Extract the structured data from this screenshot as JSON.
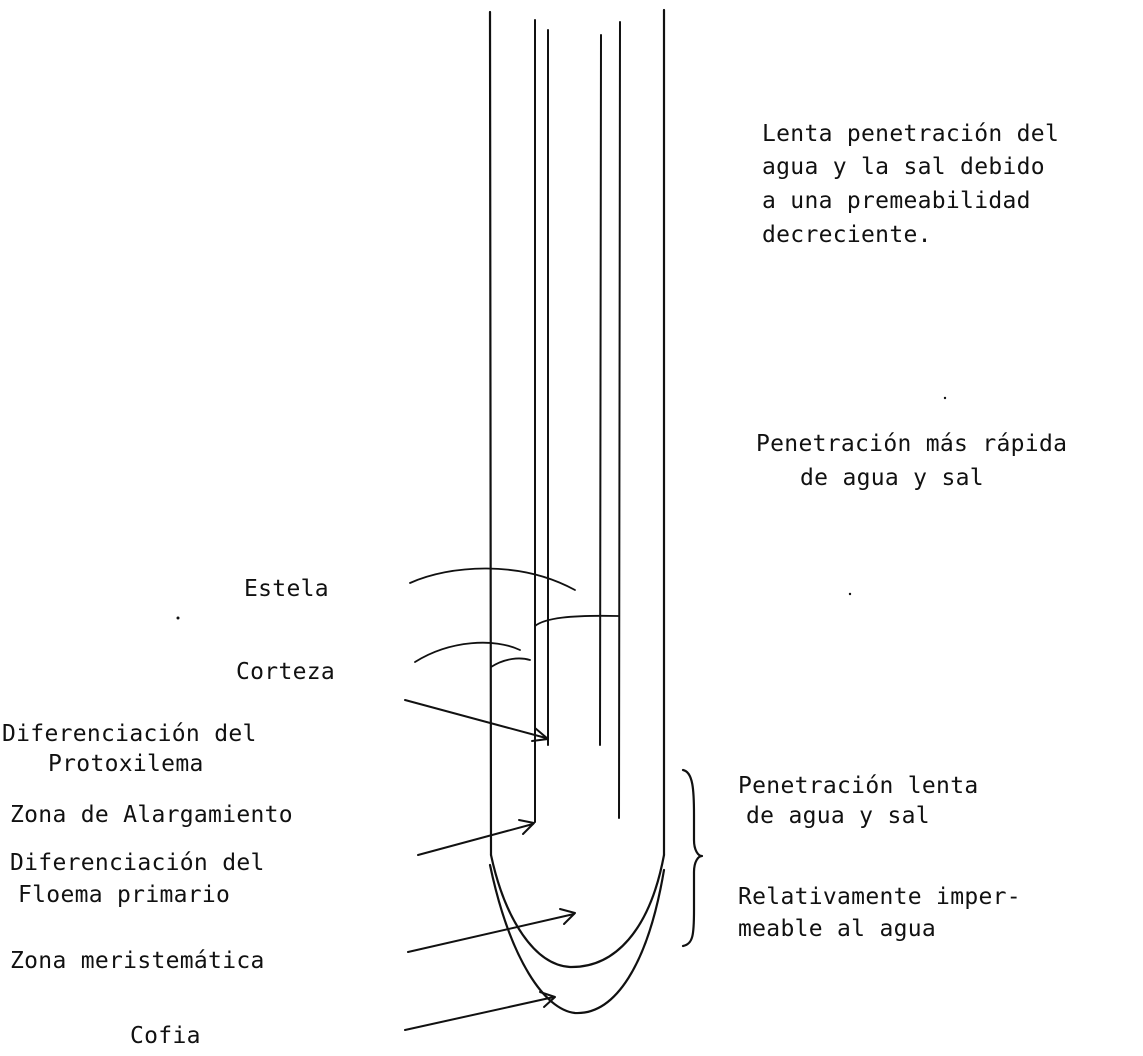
{
  "diagram": {
    "left_labels": {
      "estela": "Estela",
      "corteza": "Corteza",
      "dif_protoxilema_1": "Diferenciación del",
      "dif_protoxilema_2": "Protoxilema",
      "zona_alargamiento": "Zona de Alargamiento",
      "dif_floema_1": "Diferenciación del",
      "dif_floema_2": "Floema primario",
      "zona_meristematica": "Zona meristemática",
      "cofia": "Cofia"
    },
    "right_notes": {
      "lenta_1": "Lenta penetración del",
      "lenta_2": "agua y la sal debido",
      "lenta_3": "a una premeabilidad",
      "lenta_4": "decreciente.",
      "rapida_1": "Penetración más rápida",
      "rapida_2": "de agua y sal",
      "penetracion_lenta_1": "Penetración lenta",
      "penetracion_lenta_2": "de agua y sal",
      "imper_1": "Relativamente imper-",
      "imper_2": "meable al agua"
    },
    "colors": {
      "ink": "#111111",
      "paper": "#ffffff"
    }
  }
}
